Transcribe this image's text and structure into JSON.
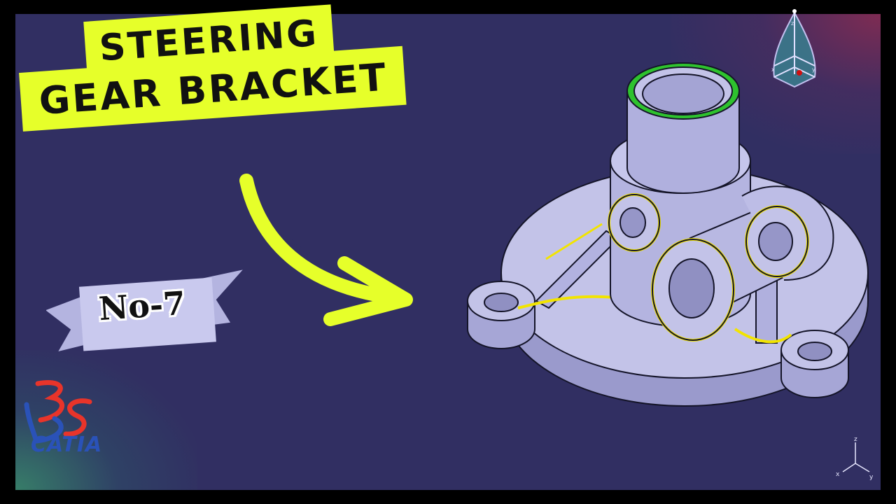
{
  "title": {
    "line1": "STEERING",
    "line2": "GEAR BRACKET"
  },
  "badge": {
    "label": "No-7"
  },
  "logo": {
    "brand": "CATIA",
    "icon": "dassault-3ds-logo"
  },
  "compass": {
    "x_label": "x",
    "y_label": "y",
    "z_label": "z"
  },
  "axis_triad": {
    "x_label": "x",
    "y_label": "y",
    "z_label": "z"
  },
  "colors": {
    "background": "#312f62",
    "frame": "#000000",
    "highlight": "#e6ff2a",
    "model_body": "#c3c3e8",
    "edge_highlight": "#f2e400",
    "green_ring": "#2ec22e",
    "logo_red": "#e8342a",
    "logo_blue": "#2a52b8"
  }
}
